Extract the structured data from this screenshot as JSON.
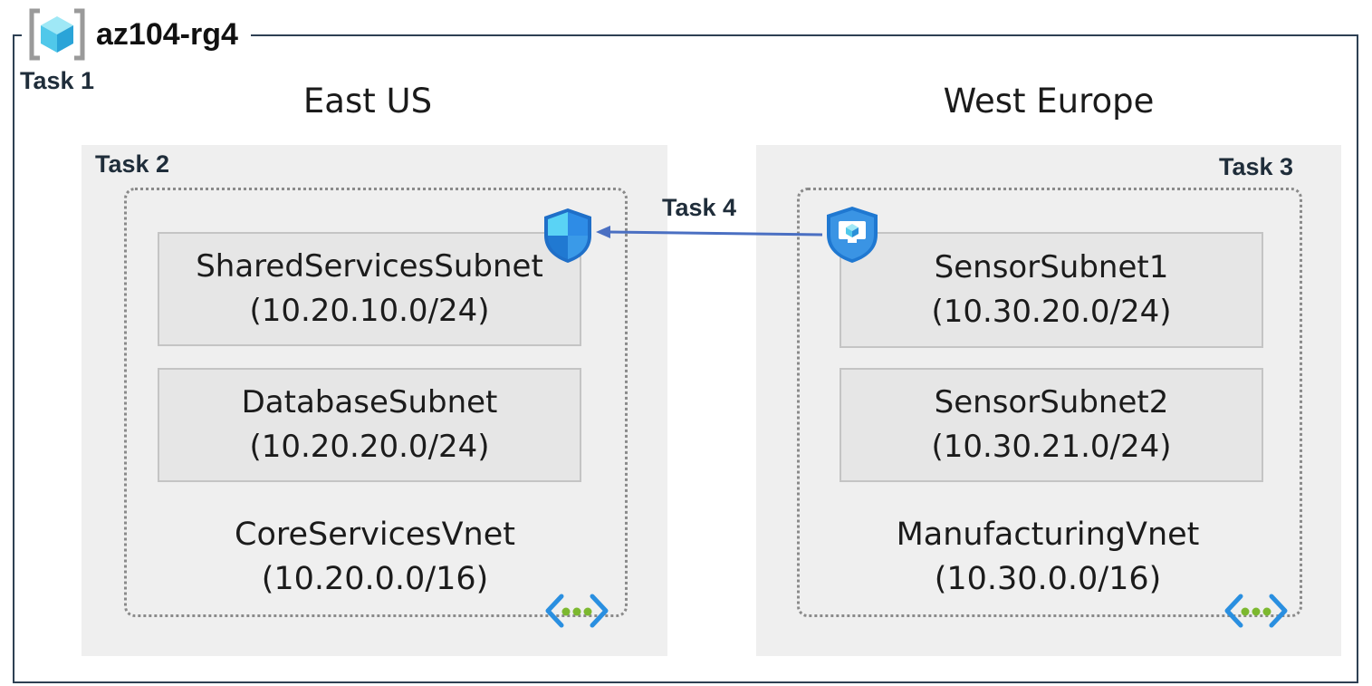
{
  "resource_group": {
    "name": "az104-rg4",
    "icon": "resource-group-icon"
  },
  "tasks": {
    "task1": "Task 1",
    "task2": "Task 2",
    "task3": "Task 3",
    "task4": "Task 4"
  },
  "regions": {
    "east": {
      "name": "East US",
      "vnet": {
        "name": "CoreServicesVnet",
        "cidr": "(10.20.0.0/16)",
        "icon": "virtual-network-icon"
      },
      "subnets": [
        {
          "name": "SharedServicesSubnet",
          "cidr": "(10.20.10.0/24)"
        },
        {
          "name": "DatabaseSubnet",
          "cidr": "(10.20.20.0/24)"
        }
      ],
      "security_icon": "network-security-group-shield-icon"
    },
    "west": {
      "name": "West Europe",
      "vnet": {
        "name": "ManufacturingVnet",
        "cidr": "(10.30.0.0/16)",
        "icon": "virtual-network-icon"
      },
      "subnets": [
        {
          "name": "SensorSubnet1",
          "cidr": "(10.30.20.0/24)"
        },
        {
          "name": "SensorSubnet2",
          "cidr": "(10.30.21.0/24)"
        }
      ],
      "security_icon": "application-security-group-icon"
    }
  },
  "colors": {
    "frame": "#2e4053",
    "arrow": "#4a6fc2",
    "region_bg": "#efefef",
    "subnet_bg": "#e6e6e6"
  }
}
